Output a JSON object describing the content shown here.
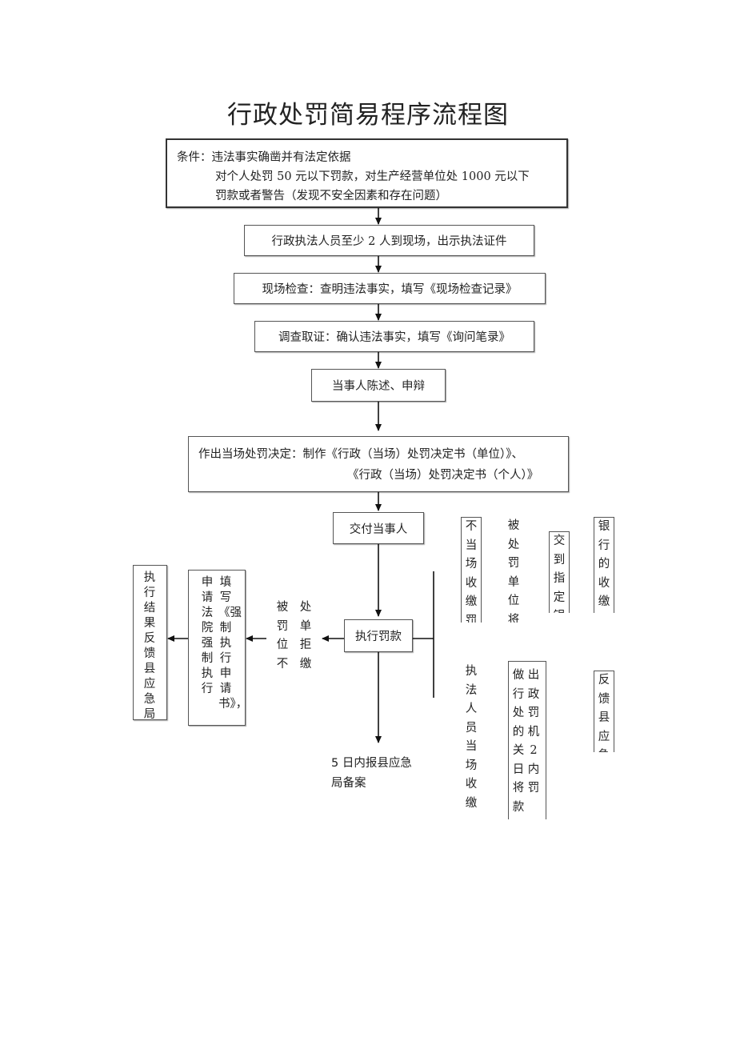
{
  "title": "行政处罚简易程序流程图",
  "conditions": {
    "line1": "条件：违法事实确凿并有法定依据",
    "line2": "对个人处罚 50 元以下罚款，对生产经营单位处 1000 元以下",
    "line3": "罚款或者警告（发现不安全因素和存在问题）"
  },
  "steps": {
    "s1": "行政执法人员至少 2 人到现场，出示执法证件",
    "s2": "现场检查：查明违法事实，填写《现场检查记录》",
    "s3": "调查取证：确认违法事实，填写《询问笔录》",
    "s4": "当事人陈述、申辩",
    "s5_line1": "作出当场处罚决定：制作《行政（当场）处罚决定书（单位）》、",
    "s5_line2": "《行政（当场）处罚决定书（个人）》",
    "s6": "交付当事人",
    "s7": "执行罚款",
    "s8_line1": "5 日内报县应急",
    "s8_line2": "局备案"
  },
  "left_branch": {
    "refuse_col1": "被罚位不",
    "refuse_col2": "处单拒缴",
    "fill_col1": "填写《强制执行申请书》，",
    "fill_col2": "申请法院强制执行",
    "feedback": "执行结果反馈县应急局"
  },
  "right_branch": {
    "r1": "不当场收缴罚款",
    "r2": "被处罚单位将罚",
    "r3": "交到指定银",
    "r4": "银行的收缴情",
    "r5": "执法人员当场收缴罚",
    "r6_col1": "做行处的关日将款",
    "r6_col2": "出政罚机2内罚",
    "r7": "反馈县应急"
  }
}
